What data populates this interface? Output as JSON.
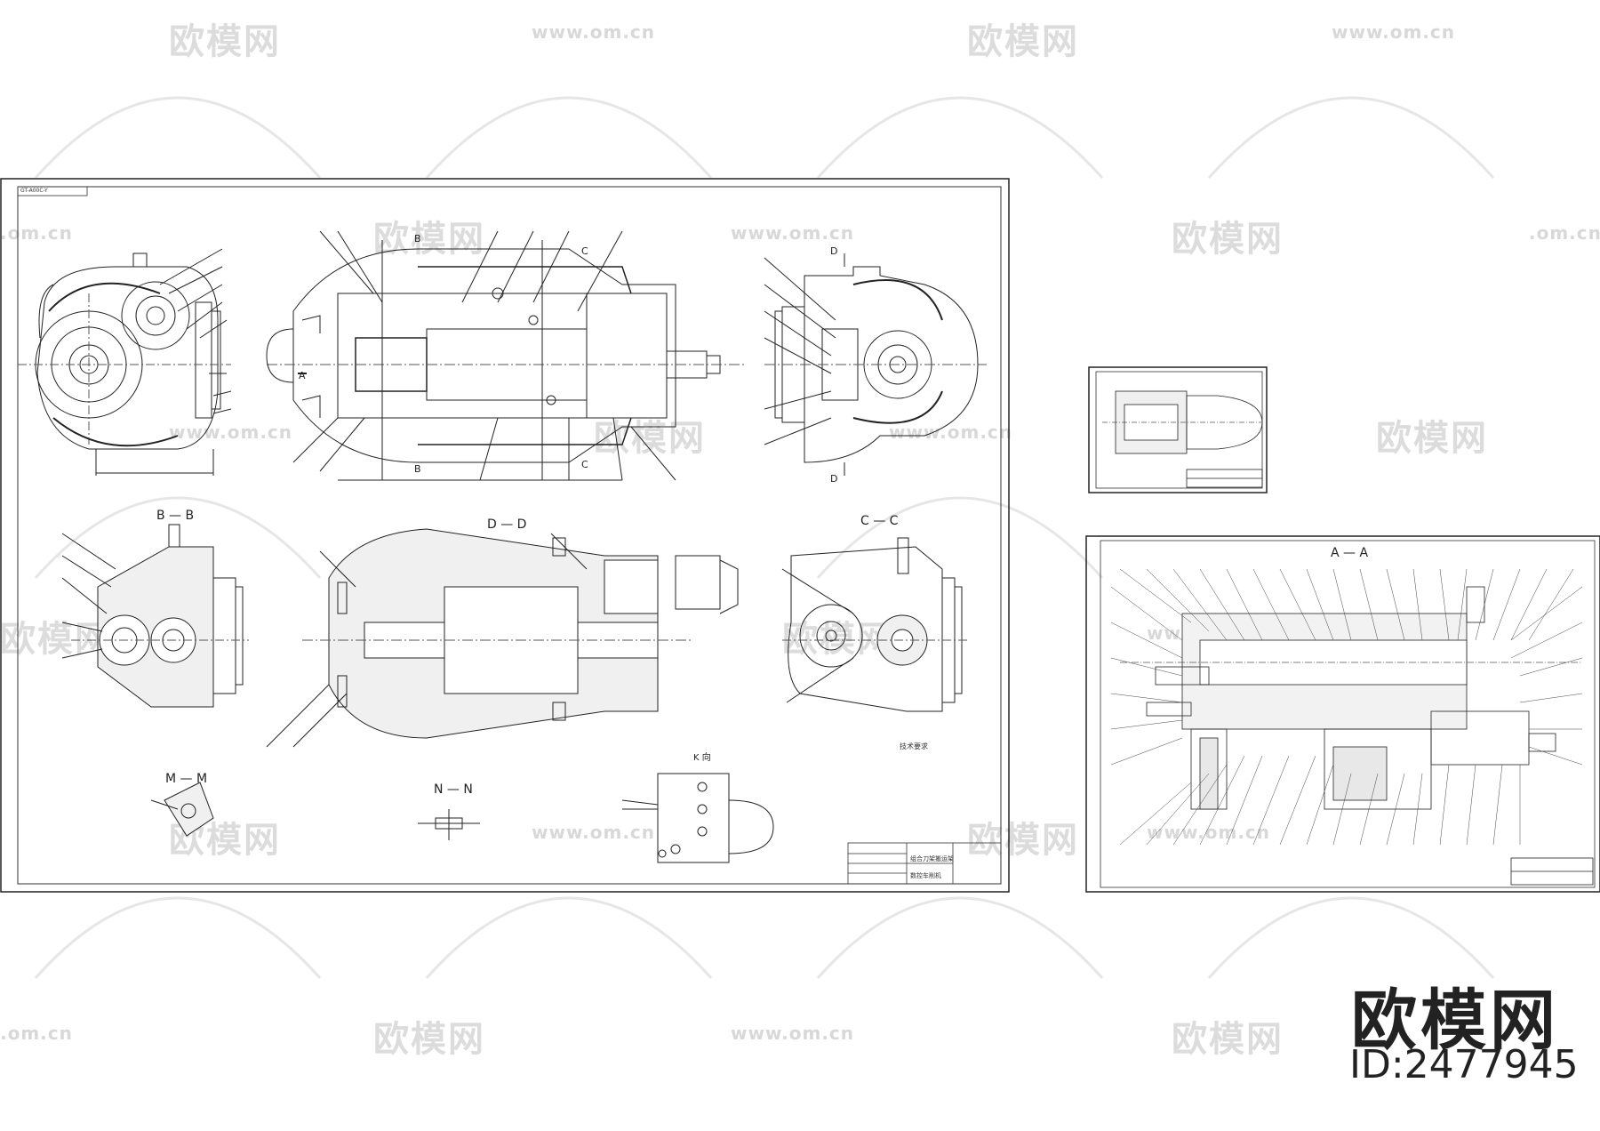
{
  "watermark": {
    "brand_text": "欧模网",
    "url_text": "www.om.cn",
    "url_fragment": ".om.cn"
  },
  "drawing": {
    "header_strip": "GT-A00C-Y",
    "view_labels": {
      "bb": "B — B",
      "dd": "D — D",
      "cc": "C — C",
      "mm": "M — M",
      "nn": "N — N",
      "k": "K 向",
      "aa": "A — A"
    },
    "section_marks": [
      "A",
      "B",
      "B",
      "C",
      "C",
      "D",
      "D"
    ],
    "title_block": {
      "name_line_1": "组合刀架搬运架",
      "name_line_2": "数控车削机"
    },
    "notes_title": "技术要求"
  },
  "brand": {
    "logo": "欧模网",
    "id": "ID:2477945"
  }
}
